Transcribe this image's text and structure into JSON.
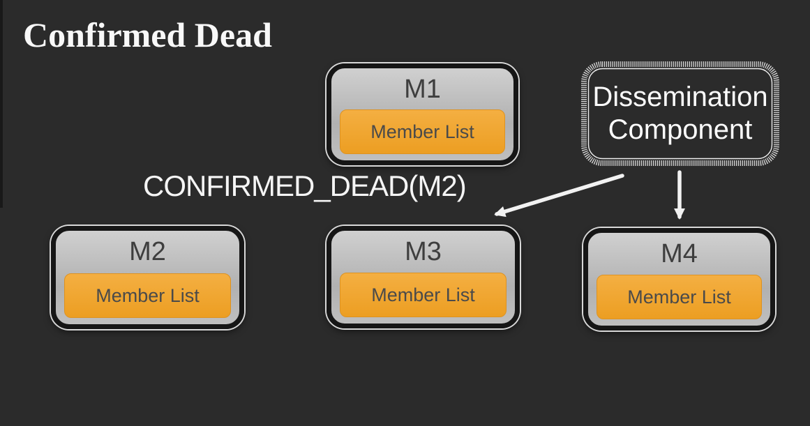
{
  "title": "Confirmed Dead",
  "annotation": "CONFIRMED_DEAD(M2)",
  "dissemination": {
    "line1": "Dissemination",
    "line2": "Component"
  },
  "nodes": [
    {
      "id": "M1",
      "label": "M1",
      "list_label": "Member List"
    },
    {
      "id": "M2",
      "label": "M2",
      "list_label": "Member List"
    },
    {
      "id": "M3",
      "label": "M3",
      "list_label": "Member List"
    },
    {
      "id": "M4",
      "label": "M4",
      "list_label": "Member List"
    }
  ],
  "edges": [
    {
      "from": "Dissemination Component",
      "to": "M3",
      "style": "white-arrow"
    },
    {
      "from": "Dissemination Component",
      "to": "M4",
      "style": "white-arrow"
    }
  ],
  "colors": {
    "background": "#2B2B2B",
    "node_fill_gray": "#BCBCBC",
    "node_border_black": "#161616",
    "node_outline_white": "#E8E8E8",
    "member_list_orange": "#F0A431",
    "node_text_dark": "#3E3E3E",
    "member_text_dark": "#4A4A4A",
    "light_text": "#F5F5F5",
    "hatched_border": "#D8D8D8",
    "arrow": "#F2F2F2"
  }
}
